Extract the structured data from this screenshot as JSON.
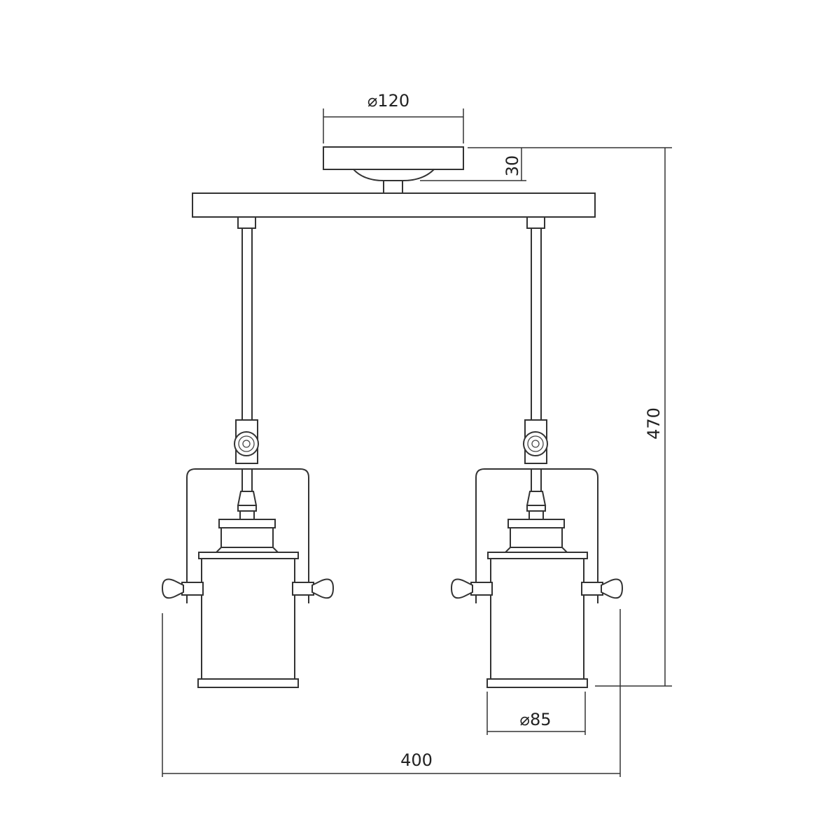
{
  "title": "Two-spot pendant lamp dimension drawing",
  "dimensions": {
    "canopy_diameter": "⌀120",
    "canopy_height": "30",
    "total_height": "470",
    "total_width": "400",
    "shade_diameter": "⌀85"
  },
  "colors": {
    "line": "#333333",
    "background": "#ffffff"
  }
}
